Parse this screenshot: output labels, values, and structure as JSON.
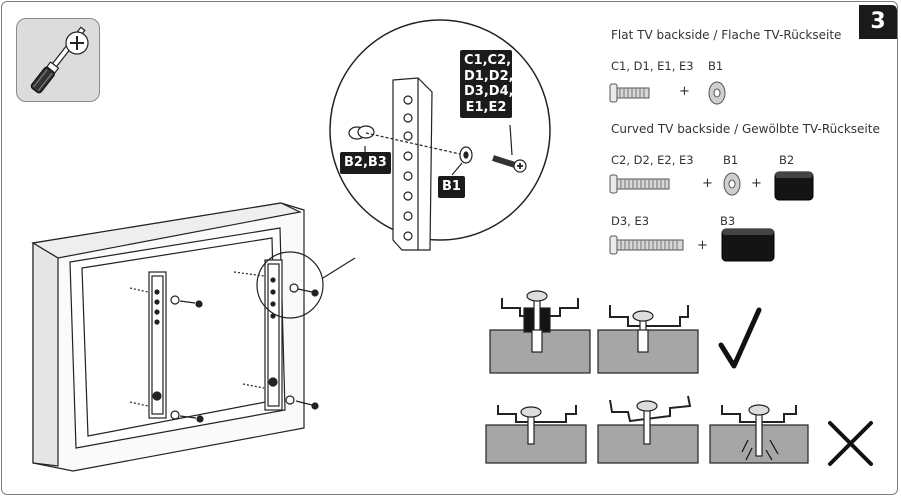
{
  "step": {
    "number": "3"
  },
  "tool": {
    "icon": "screwdriver-phillips-icon"
  },
  "sections": {
    "flat": {
      "title": "Flat TV backside / Flache TV-Rückseite",
      "items": [
        {
          "label": "C1, D1, E1, E3",
          "icon": "short-screw-icon"
        },
        {
          "label": "B1",
          "icon": "washer-icon"
        }
      ]
    },
    "curved": {
      "title": "Curved TV backside / Gewölbte TV-Rückseite",
      "items": [
        {
          "label": "C2, D2, E2, E3",
          "icon": "long-screw-icon"
        },
        {
          "label": "B1",
          "icon": "washer-icon"
        },
        {
          "label": "B2",
          "icon": "spacer-icon"
        },
        {
          "label": "D3, E3",
          "icon": "longest-screw-icon"
        },
        {
          "label": "B3",
          "icon": "long-spacer-icon"
        }
      ]
    }
  },
  "plus_sign": "+",
  "detail_callouts": {
    "screws": "C1,C2,\nD1,D2,\nD3,D4,\nE1,E2",
    "spacers": "B2,B3",
    "washer": "B1"
  },
  "results": {
    "correct": "checkmark-icon",
    "wrong": "cross-icon"
  },
  "colors": {
    "badge": "#1a1a1a",
    "wood": "#a6a6a6",
    "outline": "#222222",
    "tool_box": "#dcdcdc"
  }
}
